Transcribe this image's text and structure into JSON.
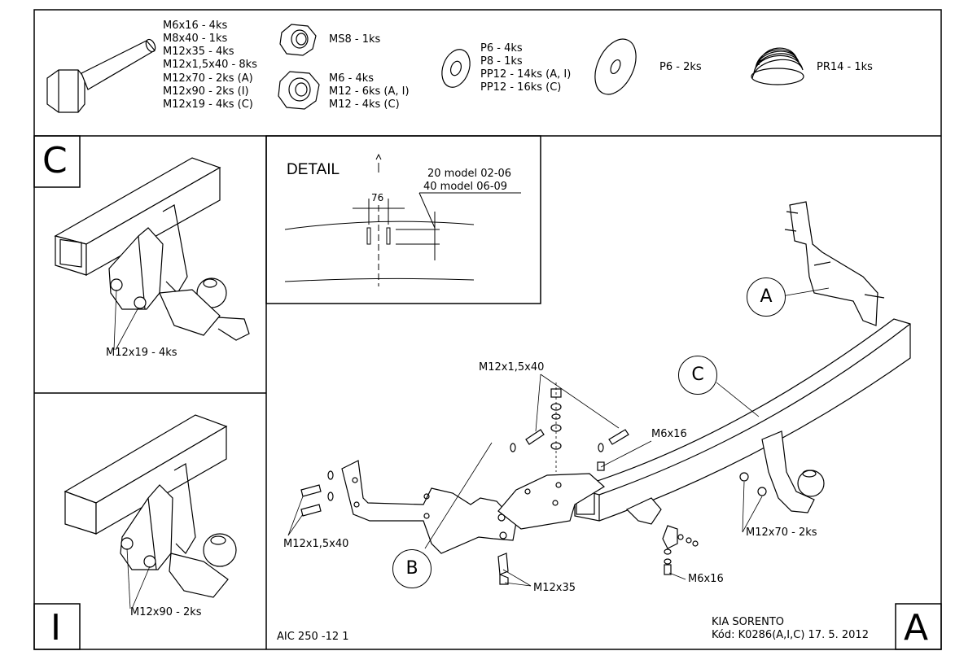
{
  "parts": {
    "bolt": [
      "M6x16 - 4ks",
      "M8x40 - 1ks",
      "M12x35 - 4ks",
      "M12x1,5x40 - 8ks",
      "M12x70 - 2ks (A)",
      "M12x90 - 2ks (I)",
      "M12x19 - 4ks (C)"
    ],
    "ms8": "MS8 - 1ks",
    "nuts": [
      "M6 - 4ks",
      "M12 - 6ks (A, I)",
      "M12 - 4ks (C)"
    ],
    "washers": [
      "P6 - 4ks",
      "P8 - 1ks",
      "PP12 - 14ks (A, I)",
      "PP12 - 16ks (C)"
    ],
    "big_washer": "P6 - 2ks",
    "spring": "PR14 - 1ks"
  },
  "panel_c": {
    "letter": "C",
    "callout": "M12x19 - 4ks"
  },
  "panel_i": {
    "letter": "I",
    "callout": "M12x90 - 2ks"
  },
  "detail": {
    "title": "DETAIL",
    "dim": "76",
    "note1": "20 model 02-06",
    "note2": "40 model 06-09"
  },
  "main": {
    "letter": "A",
    "circle_a": "A",
    "circle_b": "B",
    "circle_c": "C",
    "m12x15x40_top": "M12x1,5x40",
    "m12x15x40_left": "M12x1,5x40",
    "m6x16_top": "M6x16",
    "m6x16_bottom": "M6x16",
    "m12x35": "M12x35",
    "m12x70": "M12x70 - 2ks"
  },
  "footer": {
    "code": "AIC 250 -12 1",
    "model": "KIA SORENTO",
    "kod": "Kód: K0286(A,I,C)  17. 5. 2012"
  }
}
